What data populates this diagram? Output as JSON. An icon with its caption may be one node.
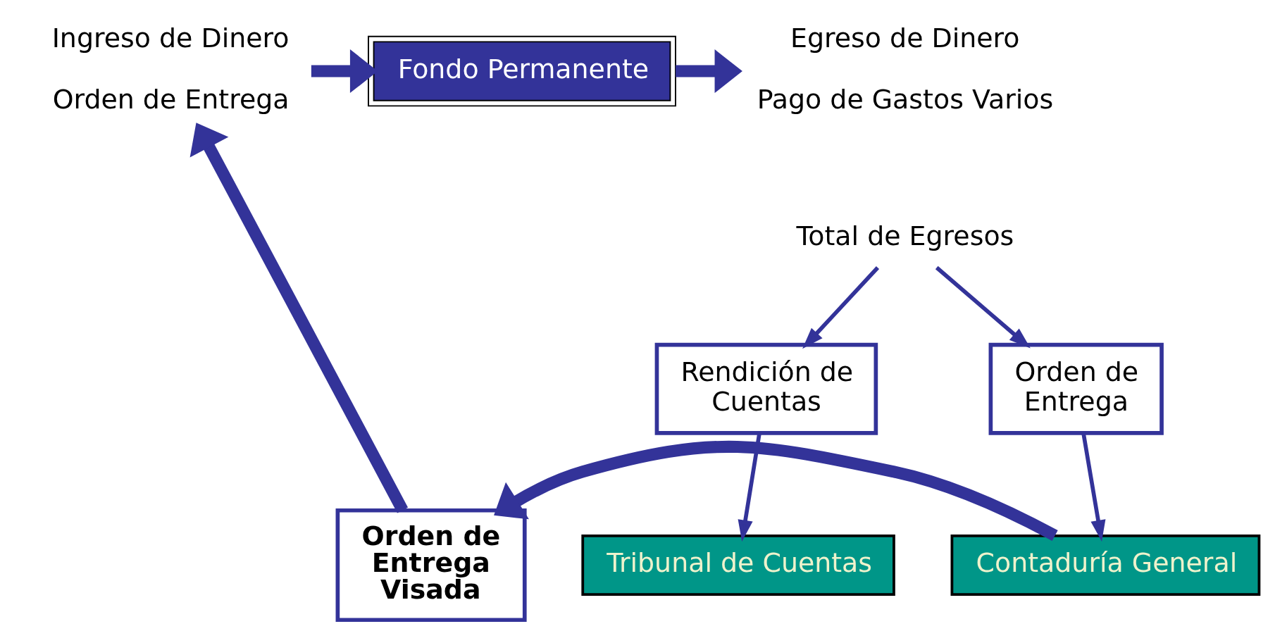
{
  "diagram": {
    "nodes": [
      {
        "text": [
          "Ingreso de Dinero",
          "Orden de Entrega"
        ]
      },
      {
        "text": [
          "Fondo Permanente"
        ]
      },
      {
        "text": [
          "Egreso de Dinero",
          "Pago de Gastos Varios"
        ]
      },
      {
        "text": [
          "Total de Egresos"
        ]
      },
      {
        "text": [
          "Rendición de Cuentas"
        ]
      },
      {
        "text": [
          "Orden de Entrega"
        ]
      },
      {
        "text": [
          "Orden de Entrega Visada"
        ]
      },
      {
        "text": [
          "Tribunal de Cuentas"
        ]
      },
      {
        "text": [
          "Contaduría General"
        ]
      }
    ],
    "edges": [
      {
        "from": 0,
        "to": 1,
        "arrow": "to",
        "style": "thick"
      },
      {
        "from": 1,
        "to": 2,
        "arrow": "to",
        "style": "thick"
      },
      {
        "from": 3,
        "to": 4,
        "arrow": "to"
      },
      {
        "from": 3,
        "to": 5,
        "arrow": "to"
      },
      {
        "from": 4,
        "to": 7,
        "arrow": "to"
      },
      {
        "from": 5,
        "to": 8,
        "arrow": "to"
      },
      {
        "from": 6,
        "to": 0,
        "arrow": "to",
        "style": "thick"
      },
      {
        "from": 8,
        "to": 6,
        "arrow": "to",
        "style": "thick"
      }
    ]
  }
}
